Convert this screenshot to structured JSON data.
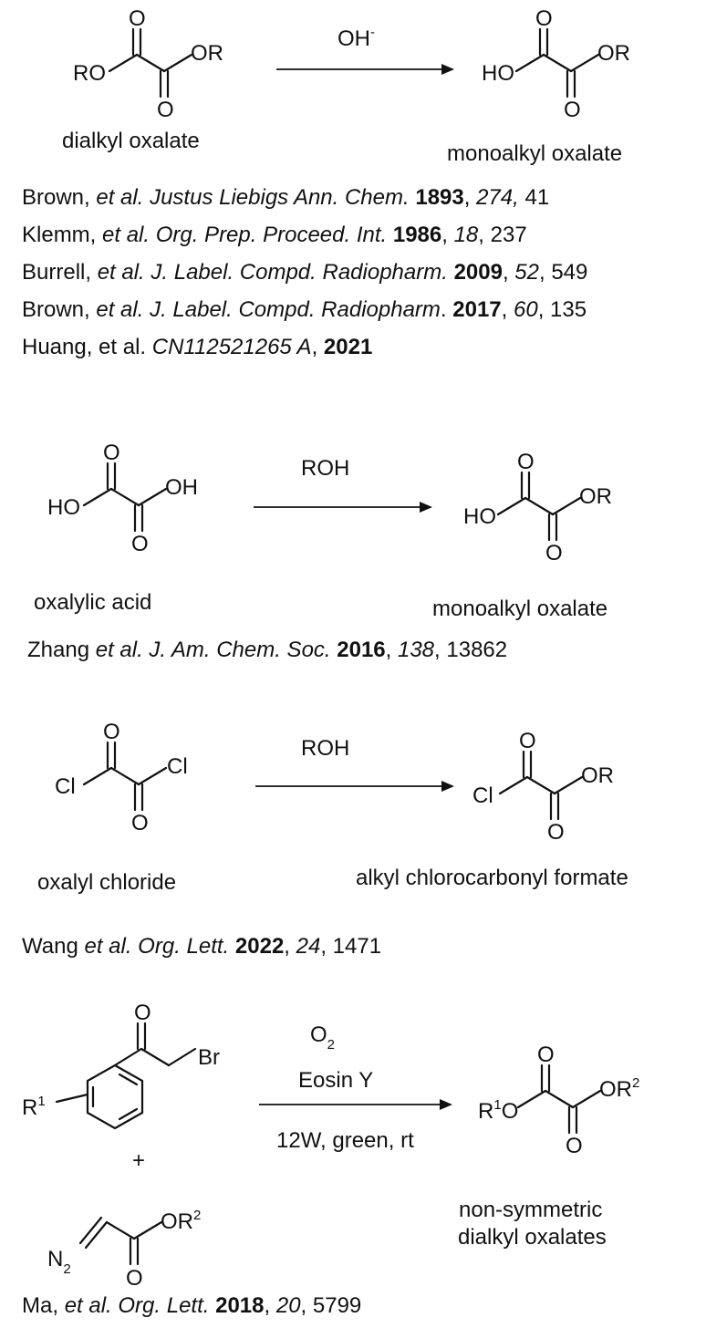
{
  "scheme1": {
    "reagent_sm": "RO",
    "reagent_o_top": "O",
    "reagent_o_bot": "O",
    "reagent_or": "OR",
    "condition": "OH",
    "condition_sup": "-",
    "product_ho": "HO",
    "product_o_top": "O",
    "product_o_bot": "O",
    "product_or": "OR",
    "name_reactant": "dialkyl oxalate",
    "name_product": "monoalkyl oxalate",
    "refs": [
      {
        "author": "Brown, ",
        "journal": "et al. Justus Liebigs Ann. Chem.",
        "year": "1893",
        "vol": "274,",
        "page": " 41"
      },
      {
        "author": "Klemm, ",
        "journal": "et al. Org. Prep. Proceed. Int.",
        "year": "1986",
        "vol": "18",
        "page": ", 237"
      },
      {
        "author": "Burrell, ",
        "journal": "et al. J. Label. Compd. Radiopharm.",
        "year": "2009",
        "vol": "52",
        "page": ", 549"
      },
      {
        "author": "Brown, ",
        "journal": "et al. J. Label. Compd. Radiopharm",
        "year": "2017",
        "vol": "60",
        "page": ", 135"
      },
      {
        "author": "Huang, et al. ",
        "journal": "CN112521265 A",
        "year": "2021",
        "vol": "",
        "page": ""
      }
    ]
  },
  "scheme2": {
    "reactant_ho": "HO",
    "reactant_o_top": "O",
    "reactant_o_bot": "O",
    "reactant_oh": "OH",
    "condition": "ROH",
    "product_ho": "HO",
    "product_o_top": "O",
    "product_o_bot": "O",
    "product_or": "OR",
    "name_reactant": "oxalylic acid",
    "name_product": "monoalkyl oxalate",
    "ref": {
      "author": "Zhang ",
      "journal": "et al. J. Am. Chem. Soc.",
      "year": "2016",
      "vol": "138",
      "page": ", 13862"
    }
  },
  "scheme3": {
    "reactant_cl1": "Cl",
    "reactant_o_top": "O",
    "reactant_o_bot": "O",
    "reactant_cl2": "Cl",
    "condition": "ROH",
    "product_cl": "Cl",
    "product_o_top": "O",
    "product_o_bot": "O",
    "product_or": "OR",
    "name_reactant": "oxalyl chloride",
    "name_product": "alkyl chlorocarbonyl formate",
    "ref": {
      "author": "Wang ",
      "journal": "et al. Org. Lett.",
      "year": "2022",
      "vol": "24",
      "page": ", 1471"
    }
  },
  "scheme4": {
    "r1_base": "R",
    "r1_sup": "1",
    "ketone_o": "O",
    "br": "Br",
    "plus": "+",
    "n2_base": "N",
    "n2_sub": "2",
    "diazo_o": "O",
    "diazo_or_base": "OR",
    "diazo_or_sup": "2",
    "condition_o2_base": "O",
    "condition_o2_sub": "2",
    "condition_catalyst": "Eosin Y",
    "condition_light": "12W, green, rt",
    "product_r1_base": "R",
    "product_r1_sup": "1",
    "product_r1_o": "O",
    "product_o_top": "O",
    "product_o_bot": "O",
    "product_or_base": "OR",
    "product_or_sup": "2",
    "name_product_line1": "non-symmetric",
    "name_product_line2": "dialkyl oxalates",
    "ref": {
      "author": "Ma, ",
      "journal": "et al.  Org. Lett.",
      "year": "2018",
      "vol": "20",
      "page": ", 5799"
    }
  }
}
